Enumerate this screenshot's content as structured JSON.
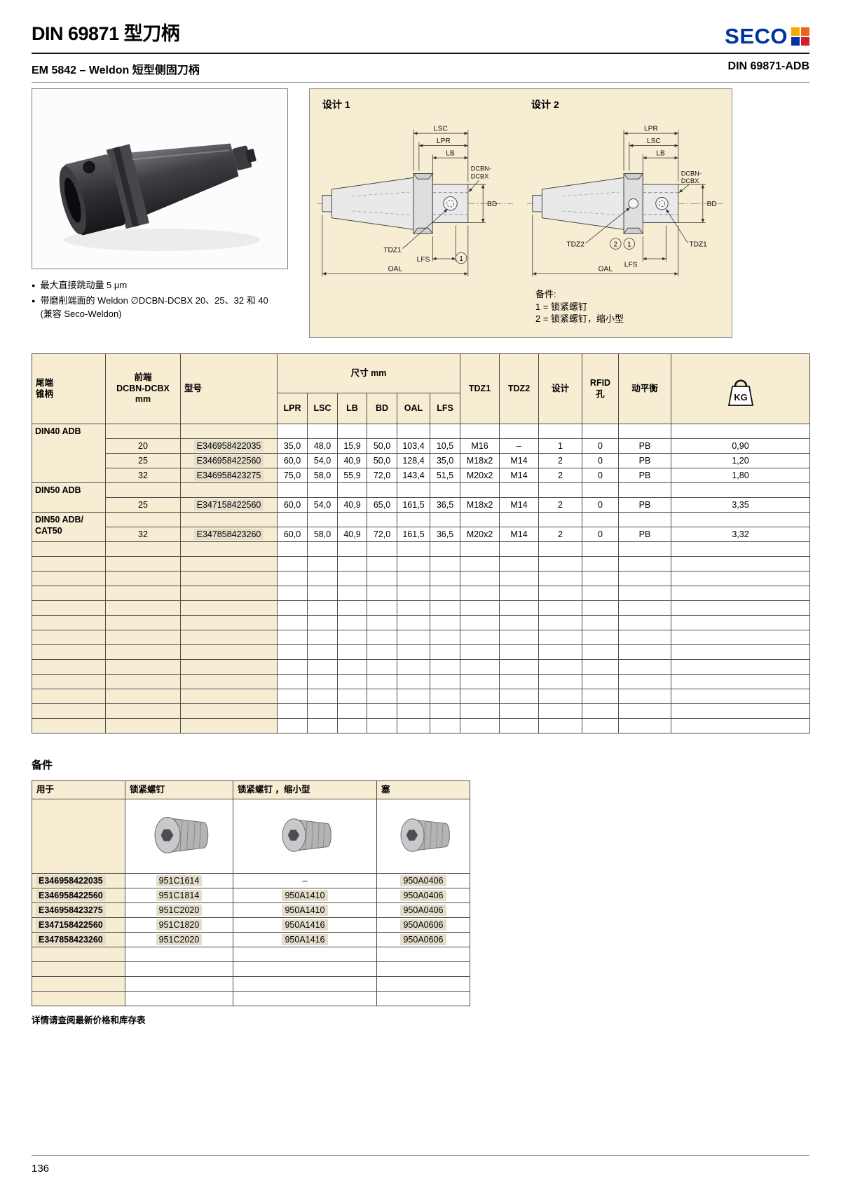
{
  "page": {
    "title": "DIN 69871 型刀柄",
    "brand": "SECO",
    "subtitle_left": "EM 5842 – Weldon 短型侧固刀柄",
    "subtitle_right": "DIN 69871-ADB",
    "bullets": [
      "最大直接跳动量 5 μm",
      "带磨削端面的 Weldon ∅DCBN-DCBX 20、25、32 和 40\n(兼容 Seco-Weldon)"
    ],
    "page_number": "136"
  },
  "colors": {
    "brand_blue": "#0033a0",
    "cream": "#f7edd3",
    "highlight_chip": "#e4ddca",
    "logo_yellow": "#f5a800",
    "logo_orange": "#e8651a",
    "logo_red": "#cf2030"
  },
  "diagram": {
    "design1_label": "设计 1",
    "design2_label": "设计 2",
    "labels": {
      "lsc": "LSC",
      "lpr": "LPR",
      "lb": "LB",
      "dcbn": "DCBN-",
      "dcbx": "DCBX",
      "bd": "BD",
      "tdz1": "TDZ1",
      "tdz2": "TDZ2",
      "lfs": "LFS",
      "oal": "OAL",
      "callout1": "1",
      "callout2": "2"
    },
    "notes_title": "备件:",
    "notes": [
      "1 = 锁紧螺钉",
      "2 = 锁紧螺钉，缩小型"
    ]
  },
  "main_table": {
    "headers": {
      "tail": "尾端\n锥柄",
      "front": "前端\nDCBN-DCBX\nmm",
      "model": "型号",
      "dim_group": "尺寸 mm",
      "dims": [
        "LPR",
        "LSC",
        "LB",
        "BD",
        "OAL",
        "LFS"
      ],
      "tdz1": "TDZ1",
      "tdz2": "TDZ2",
      "design": "设计",
      "rfid": "RFID\n孔",
      "balance": "动平衡",
      "kg": "KG"
    },
    "groups": [
      {
        "label": "DIN40 ADB",
        "rows": [
          [
            "20",
            "E346958422035",
            "35,0",
            "48,0",
            "15,9",
            "50,0",
            "103,4",
            "10,5",
            "M16",
            "–",
            "1",
            "0",
            "PB",
            "0,90"
          ],
          [
            "25",
            "E346958422560",
            "60,0",
            "54,0",
            "40,9",
            "50,0",
            "128,4",
            "35,0",
            "M18x2",
            "M14",
            "2",
            "0",
            "PB",
            "1,20"
          ],
          [
            "32",
            "E346958423275",
            "75,0",
            "58,0",
            "55,9",
            "72,0",
            "143,4",
            "51,5",
            "M20x2",
            "M14",
            "2",
            "0",
            "PB",
            "1,80"
          ]
        ]
      },
      {
        "label": "DIN50 ADB",
        "rows": [
          [
            "25",
            "E347158422560",
            "60,0",
            "54,0",
            "40,9",
            "65,0",
            "161,5",
            "36,5",
            "M18x2",
            "M14",
            "2",
            "0",
            "PB",
            "3,35"
          ]
        ]
      },
      {
        "label": "DIN50 ADB/\nCAT50",
        "rows": [
          [
            "32",
            "E347858423260",
            "60,0",
            "58,0",
            "40,9",
            "72,0",
            "161,5",
            "36,5",
            "M20x2",
            "M14",
            "2",
            "0",
            "PB",
            "3,32"
          ]
        ]
      }
    ],
    "empty_rows": 13
  },
  "accessories": {
    "title": "备件",
    "headers": [
      "用于",
      "锁紧螺钉",
      "锁紧螺钉 ，缩小型",
      "塞"
    ],
    "rows": [
      [
        "E346958422035",
        "951C1614",
        "–",
        "950A0406"
      ],
      [
        "E346958422560",
        "951C1814",
        "950A1410",
        "950A0406"
      ],
      [
        "E346958423275",
        "951C2020",
        "950A1410",
        "950A0406"
      ],
      [
        "E347158422560",
        "951C1820",
        "950A1416",
        "950A0606"
      ],
      [
        "E347858423260",
        "951C2020",
        "950A1416",
        "950A0606"
      ]
    ],
    "empty_rows": 4,
    "footnote": "详情请查阅最新价格和库存表"
  }
}
